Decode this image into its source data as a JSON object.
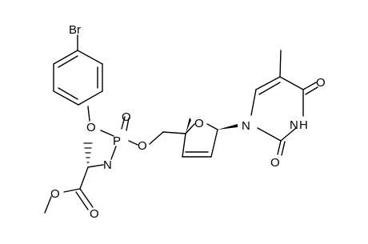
{
  "molecule": {
    "atoms": {
      "bromine": "Br",
      "phenoxy_oxygen": "O",
      "phosphorus": "P",
      "phosphoryl_oxygen": "O",
      "ester_oxygen_p": "O",
      "amine": "N",
      "ring_oxygen": "O",
      "ring_nitrogen_1": "N",
      "ring_nitrogen_3": "N",
      "carbonyl_oxygen_c2": "O",
      "carbonyl_oxygen_c4": "O",
      "carbonyl_oxygen_ester": "O",
      "methoxy_oxygen": "O"
    },
    "imide_hydrogen": "H"
  }
}
